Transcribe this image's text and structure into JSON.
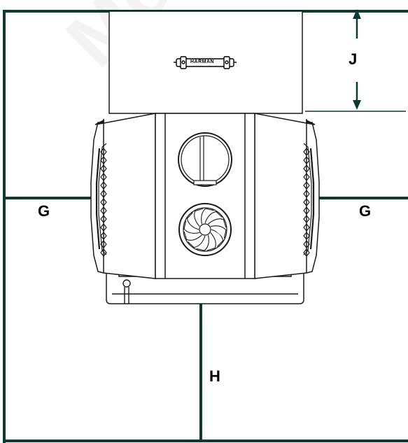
{
  "labels": {
    "clearance_top": "J",
    "clearance_left": "G",
    "clearance_right": "G",
    "clearance_front": "H"
  },
  "brand": "HARMAN",
  "watermark": "Mount",
  "colors": {
    "wall_line": "#0d3b33",
    "outline": "#1a1a1a",
    "stove_body": "#ffffff"
  }
}
